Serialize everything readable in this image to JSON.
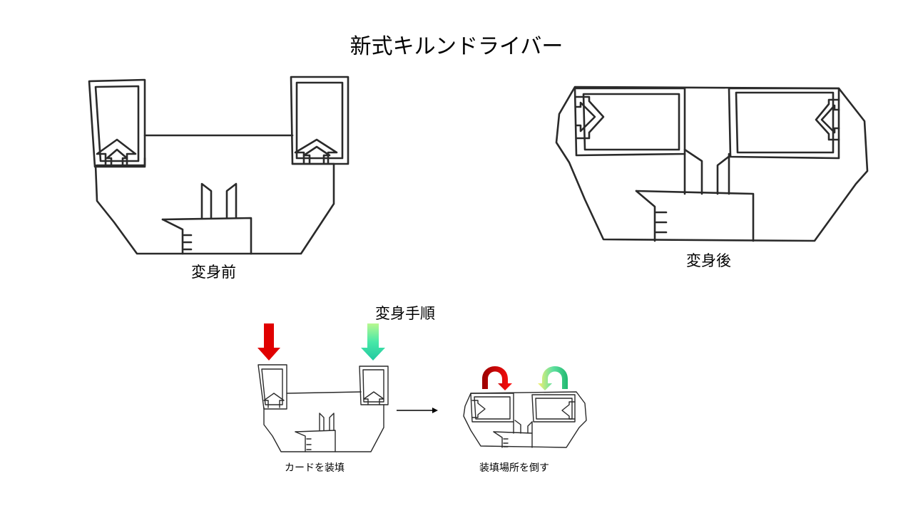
{
  "title": "新式キルンドライバー",
  "captions": {
    "before": "変身前",
    "after": "変身後",
    "steps": "変身手順",
    "step1": "カードを装填",
    "step2": "装填場所を倒す"
  },
  "colors": {
    "red_arrow": "#e00000",
    "green_arrow": "#40e0a0",
    "ink": "#2a2a2a"
  }
}
